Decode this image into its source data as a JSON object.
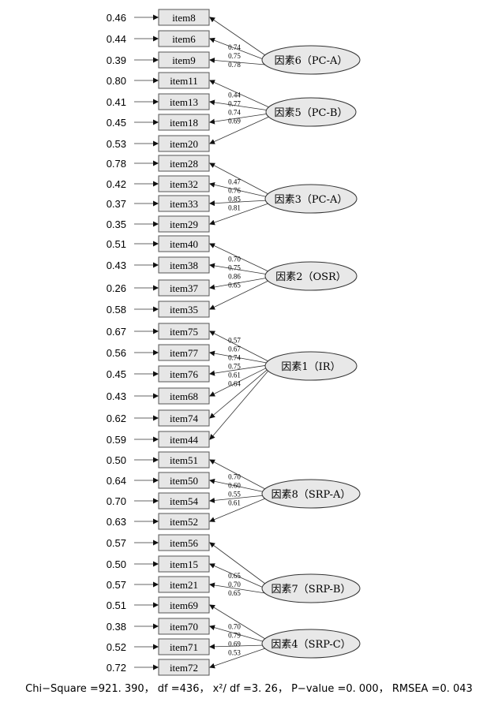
{
  "factors": [
    {
      "label": "因素6（PC-A）",
      "items": [
        {
          "name": "item8",
          "error": "0.46",
          "loading": "0.74"
        },
        {
          "name": "item6",
          "error": "0.44",
          "loading": "0.75"
        },
        {
          "name": "item9",
          "error": "0.39",
          "loading": "0.78"
        }
      ]
    },
    {
      "label": "因素5（PC-B）",
      "items": [
        {
          "name": "item11",
          "error": "0.80",
          "loading": "0.44"
        },
        {
          "name": "item13",
          "error": "0.41",
          "loading": "0.77"
        },
        {
          "name": "item18",
          "error": "0.45",
          "loading": "0.74"
        },
        {
          "name": "item20",
          "error": "0.53",
          "loading": "0.69"
        }
      ]
    },
    {
      "label": "因素3（PC-A）",
      "items": [
        {
          "name": "item28",
          "error": "0.78",
          "loading": "0.47"
        },
        {
          "name": "item32",
          "error": "0.42",
          "loading": "0.76"
        },
        {
          "name": "item33",
          "error": "0.37",
          "loading": "0.85"
        },
        {
          "name": "item29",
          "error": "0.35",
          "loading": "0.81"
        }
      ]
    },
    {
      "label": "因素2（OSR）",
      "items": [
        {
          "name": "item40",
          "error": "0.51",
          "loading": "0.70"
        },
        {
          "name": "item38",
          "error": "0.43",
          "loading": "0.75"
        },
        {
          "name": "item37",
          "error": "0.26",
          "loading": "0.86"
        },
        {
          "name": "item35",
          "error": "0.58",
          "loading": "0.65"
        }
      ]
    },
    {
      "label": "因素1（IR）",
      "items": [
        {
          "name": "item75",
          "error": "0.67",
          "loading": "0.57"
        },
        {
          "name": "item77",
          "error": "0.56",
          "loading": "0.67"
        },
        {
          "name": "item76",
          "error": "0.45",
          "loading": "0.74"
        },
        {
          "name": "item68",
          "error": "0.43",
          "loading": "0.75"
        },
        {
          "name": "item74",
          "error": "0.62",
          "loading": "0.61"
        },
        {
          "name": "item44",
          "error": "0.59",
          "loading": "0.64"
        }
      ]
    },
    {
      "label": "因素8（SRP-A）",
      "items": [
        {
          "name": "item51",
          "error": "0.50",
          "loading": "0.70"
        },
        {
          "name": "item50",
          "error": "0.64",
          "loading": "0.60"
        },
        {
          "name": "item54",
          "error": "0.70",
          "loading": "0.55"
        },
        {
          "name": "item52",
          "error": "0.63",
          "loading": "0.61"
        }
      ]
    },
    {
      "label": "因素7（SRP-B）",
      "items": [
        {
          "name": "item56",
          "error": "0.57",
          "loading": "0.65"
        },
        {
          "name": "item15",
          "error": "0.50",
          "loading": "0.70"
        },
        {
          "name": "item21",
          "error": "0.57",
          "loading": "0.65"
        }
      ]
    },
    {
      "label": "因素4（SRP-C）",
      "items": [
        {
          "name": "item69",
          "error": "0.51",
          "loading": "0.70"
        },
        {
          "name": "item70",
          "error": "0.38",
          "loading": "0.79"
        },
        {
          "name": "item71",
          "error": "0.52",
          "loading": "0.69"
        },
        {
          "name": "item72",
          "error": "0.72",
          "loading": "0.53"
        }
      ]
    }
  ],
  "footer": {
    "fit_text": "Chi−Square =921. 390， df =436， x²/ df =3. 26， P−value =0. 000， RMSEA =0. 043"
  }
}
